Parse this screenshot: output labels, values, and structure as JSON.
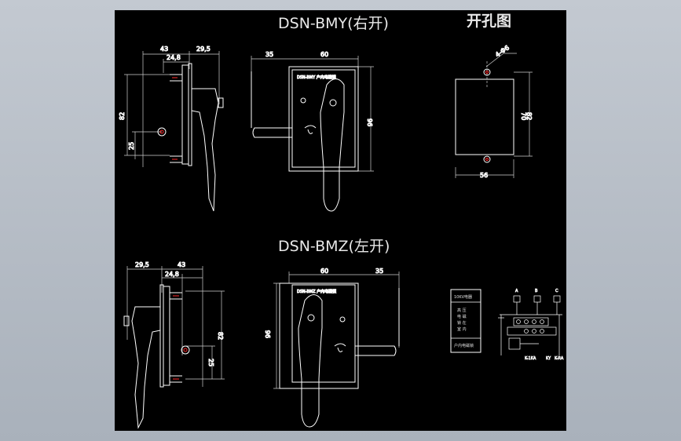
{
  "drawing": {
    "title_right": "DSN-BMY(右开)",
    "title_left": "DSN-BMZ(左开)",
    "title_cutout": "开孔图",
    "colors": {
      "background": "#000000",
      "lines": "#ffffff",
      "dimensions": "#d8d8d8",
      "holes": "#ff2a2a",
      "outer_bg": "#b7bec7"
    }
  },
  "right_side_view": {
    "dim_43": "43",
    "dim_24_8": "24,8",
    "dim_29_5": "29,5",
    "dim_82": "82",
    "dim_25": "25"
  },
  "right_front_view": {
    "dim_35": "35",
    "dim_60": "60",
    "dim_96": "96",
    "plate_label": "DSN-BMY 户内电磁锁"
  },
  "cutout_view": {
    "dim_hole": "4-Φ6",
    "dim_70": "70",
    "dim_82": "82",
    "dim_56": "56"
  },
  "left_side_view": {
    "dim_29_5": "29,5",
    "dim_43": "43",
    "dim_24_8": "24,8",
    "dim_82": "82",
    "dim_25": "25"
  },
  "left_front_view": {
    "dim_60": "60",
    "dim_35": "35",
    "dim_96": "96",
    "plate_label": "DSN-BMZ 户内电磁锁"
  },
  "nameplate": {
    "header": "10KV电器",
    "rows": [
      "高 压",
      "电 磁",
      "锁 在",
      "室 内"
    ],
    "footer": "户内电磁锁"
  },
  "wiring": {
    "top_labels": [
      "A",
      "B",
      "C"
    ],
    "bottom_labels": [
      "K-1KA",
      "KY",
      "K-RA"
    ]
  }
}
